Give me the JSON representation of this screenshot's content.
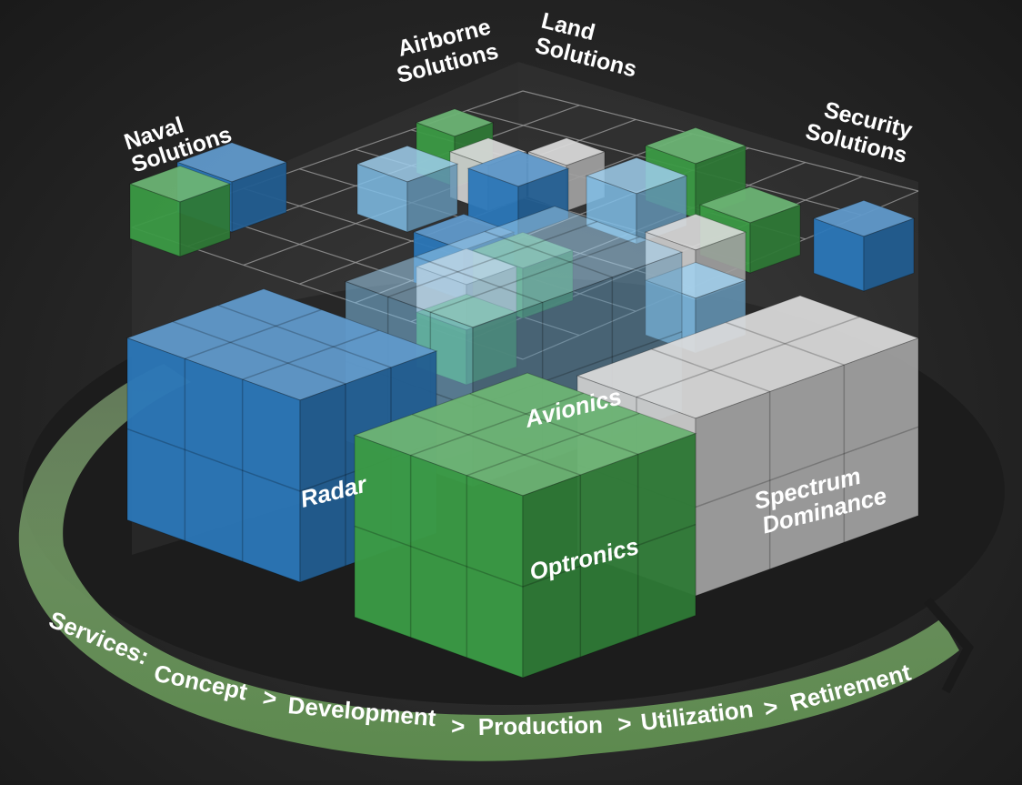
{
  "domains": [
    {
      "id": "naval",
      "line1": "Naval",
      "line2": "Solutions"
    },
    {
      "id": "airborne",
      "line1": "Airborne",
      "line2": "Solutions"
    },
    {
      "id": "land",
      "line1": "Land",
      "line2": "Solutions"
    },
    {
      "id": "security",
      "line1": "Security",
      "line2": "Solutions"
    }
  ],
  "capabilities": {
    "radar": "Radar",
    "avionics": "Avionics",
    "optronics": "Optronics",
    "spectrum_line1": "Spectrum",
    "spectrum_line2": "Dominance"
  },
  "services": {
    "prefix": "Services:",
    "stages": [
      "Concept",
      "Development",
      "Production",
      "Utilization",
      "Retirement"
    ],
    "separator": ">"
  },
  "colors": {
    "blue": "#2b77b8",
    "light_blue": "#7fbde6",
    "green": "#3b9a45",
    "gray": "#cfcfcf",
    "ring": "#7aa06a",
    "background": "#2a2a2a"
  }
}
